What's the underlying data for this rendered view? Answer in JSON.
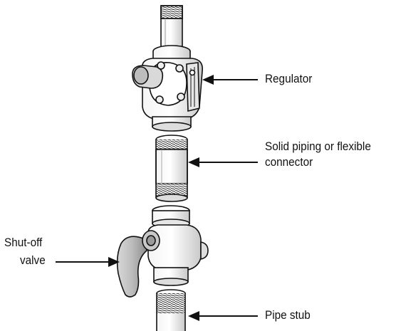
{
  "labels": {
    "regulator": "Regulator",
    "piping_line1": "Solid piping or flexible",
    "piping_line2": "connector",
    "valve_line1": "Shut-off",
    "valve_line2": "valve",
    "pipe_stub": "Pipe stub"
  }
}
